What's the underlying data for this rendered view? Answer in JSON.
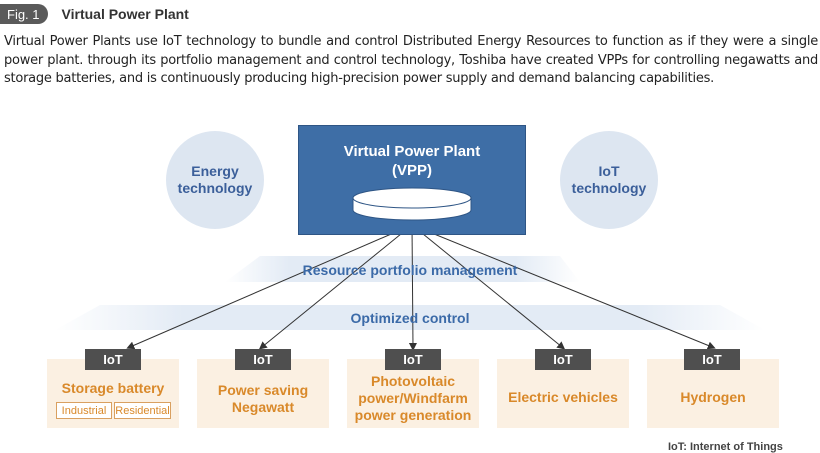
{
  "figure": {
    "badge": "Fig. 1",
    "title": "Virtual Power Plant"
  },
  "caption": "Virtual Power Plants use IoT technology to bundle and control Distributed Energy Resources to function as if they were a single power plant. through its portfolio management and control technology, Toshiba have created VPPs for controlling negawatts and storage batteries, and is continuously producing high-precision power supply and demand balancing capabilities.",
  "diagram": {
    "vpp": {
      "line1": "Virtual Power Plant",
      "line2": "(VPP)"
    },
    "left_circle": {
      "line1": "Energy",
      "line2": "technology"
    },
    "right_circle": {
      "line1": "IoT",
      "line2": "technology"
    },
    "band_top": "Resource portfolio management",
    "band_bottom": "Optimized control",
    "iot_tag": "IoT",
    "resources": [
      {
        "line1": "Storage battery",
        "line2": "",
        "line3": ""
      },
      {
        "line1": "Power saving",
        "line2": "Negawatt",
        "line3": ""
      },
      {
        "line1": "Photovoltaic",
        "line2": "power/Windfarm",
        "line3": "power generation"
      },
      {
        "line1": "Electric vehicles",
        "line2": "",
        "line3": ""
      },
      {
        "line1": "Hydrogen",
        "line2": "",
        "line3": ""
      }
    ],
    "storage_subtags": [
      "Industrial",
      "Residential"
    ],
    "footnote": "IoT: Internet of Things"
  },
  "colors": {
    "vpp_blue": "#3e6ea6",
    "circle_fill": "#dde6f1",
    "band_fill": "#e3ebf5",
    "resource_fill": "#fbf0e2",
    "resource_text": "#d9892a",
    "iot_tag": "#4f4f4f"
  }
}
